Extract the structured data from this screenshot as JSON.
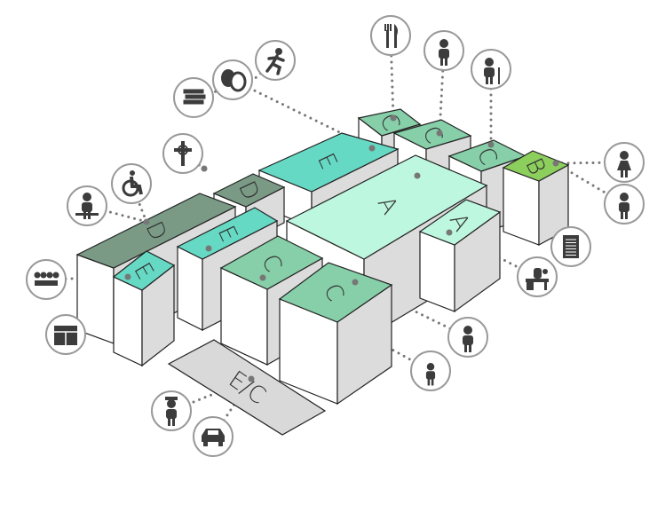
{
  "colors": {
    "zone_A": "#bdf7df",
    "zone_B": "#8ccf5c",
    "zone_C": "#86cfa8",
    "zone_D": "#7a9a86",
    "zone_E": "#66d9c4",
    "zone_EC": "#d9d9d9",
    "icon": "#3c3c3c"
  },
  "blocks": [
    {
      "id": "c-back-1",
      "label": "C",
      "zone": "C",
      "icon": "fork-knife"
    },
    {
      "id": "c-back-2",
      "label": "C",
      "zone": "C",
      "icon": "baby"
    },
    {
      "id": "c-back-3",
      "label": "C",
      "zone": "C",
      "icon": "elderly"
    },
    {
      "id": "b",
      "label": "B",
      "zone": "B",
      "icon": "woman"
    },
    {
      "id": "e-back",
      "label": "E",
      "zone": "E",
      "icon": "theater-masks"
    },
    {
      "id": "d-small",
      "label": "D",
      "zone": "D",
      "icon": "cross"
    },
    {
      "id": "a-large",
      "label": "A",
      "zone": "A",
      "icon": "document"
    },
    {
      "id": "a-small",
      "label": "A",
      "zone": "A",
      "icon": "desk"
    },
    {
      "id": "d-long",
      "label": "D",
      "zone": "D",
      "icon": "nurse"
    },
    {
      "id": "e-mid",
      "label": "E",
      "zone": "E",
      "icon": "cabinet"
    },
    {
      "id": "e-front",
      "label": "E",
      "zone": "E",
      "icon": "meeting"
    },
    {
      "id": "c-front-1",
      "label": "C",
      "zone": "C",
      "icon": "child-small"
    },
    {
      "id": "c-front-2",
      "label": "C",
      "zone": "C",
      "icon": "child"
    },
    {
      "id": "ec-floor",
      "label": "E/C",
      "zone": "EC",
      "icon": "police"
    }
  ],
  "extra_icons": [
    "runner",
    "books",
    "wheelchair",
    "man",
    "car"
  ]
}
